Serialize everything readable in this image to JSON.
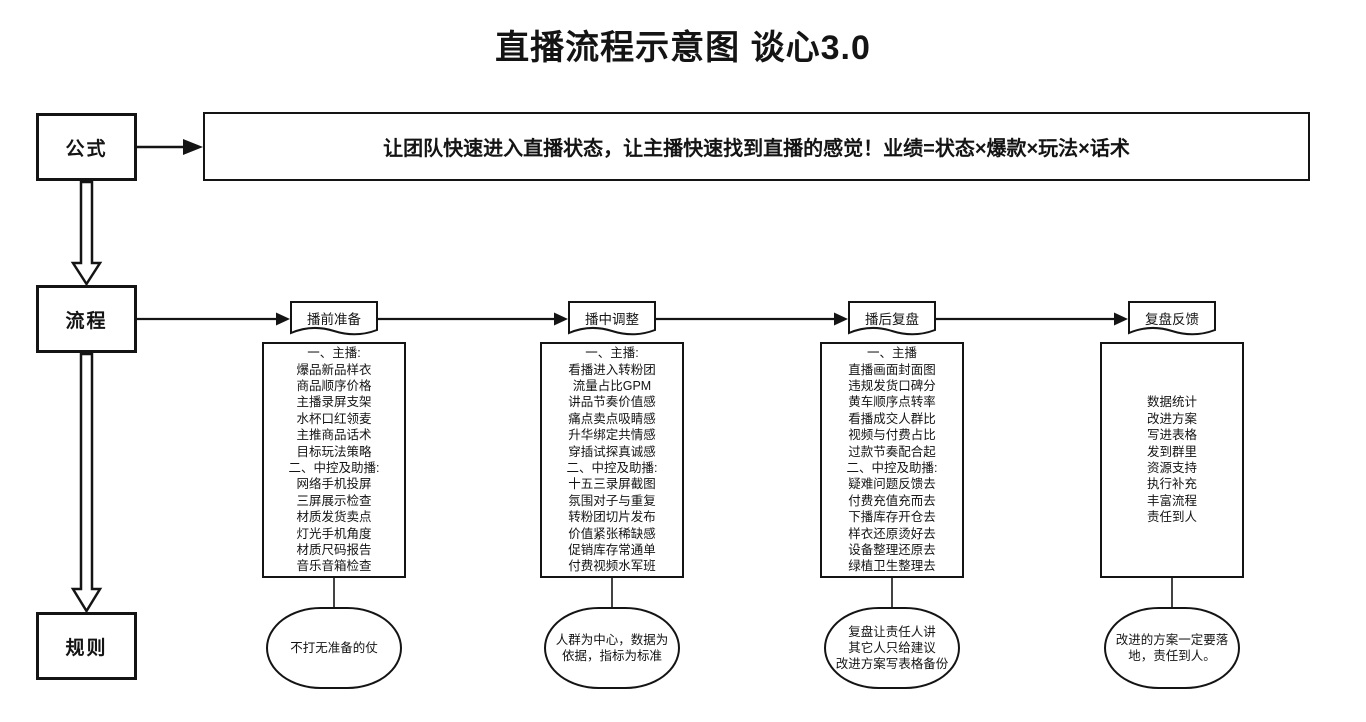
{
  "title": "直播流程示意图  谈心3.0",
  "ink_color": "#141414",
  "left_nodes": {
    "formula": "公式",
    "process": "流程",
    "rules": "规则"
  },
  "banner": "让团队快速进入直播状态，让主播快速找到直播的感觉！业绩=状态×爆款×玩法×话术",
  "stages": [
    {
      "label": "播前准备",
      "items": [
        "一、主播:",
        "爆品新品样衣",
        "商品顺序价格",
        "主播录屏支架",
        "水杯口红领麦",
        "主推商品话术",
        "目标玩法策略",
        "二、中控及助播:",
        "网络手机投屏",
        "三屏展示检查",
        "材质发货卖点",
        "灯光手机角度",
        "材质尺码报告",
        "音乐音箱检查"
      ],
      "note": "不打无准备的仗"
    },
    {
      "label": "播中调整",
      "items": [
        "一、主播:",
        "看播进入转粉团",
        "流量占比GPM",
        "讲品节奏价值感",
        "痛点卖点吸睛感",
        "升华绑定共情感",
        "穿插试探真诚感",
        "二、中控及助播:",
        "十五三录屏截图",
        "氛围对子与重复",
        "转粉团切片发布",
        "价值紧张稀缺感",
        "促销库存常通单",
        "付费视频水军班"
      ],
      "note": "人群为中心，数据为\n依据，指标为标准"
    },
    {
      "label": "播后复盘",
      "items": [
        "一、主播",
        "直播画面封面图",
        "违规发货口碑分",
        "黄车顺序点转率",
        "看播成交人群比",
        "视频与付费占比",
        "过款节奏配合起",
        "二、中控及助播:",
        "疑难问题反馈去",
        "付费充值充而去",
        "下播库存开仓去",
        "样衣还原烫好去",
        "设备整理还原去",
        "绿植卫生整理去"
      ],
      "note": "复盘让责任人讲\n其它人只给建议\n改进方案写表格备份"
    },
    {
      "label": "复盘反馈",
      "items": [
        "数据统计",
        "改进方案",
        "写进表格",
        "发到群里",
        "资源支持",
        "执行补充",
        "丰富流程",
        "责任到人"
      ],
      "note": "改进的方案一定要落\n地，责任到人。"
    }
  ]
}
